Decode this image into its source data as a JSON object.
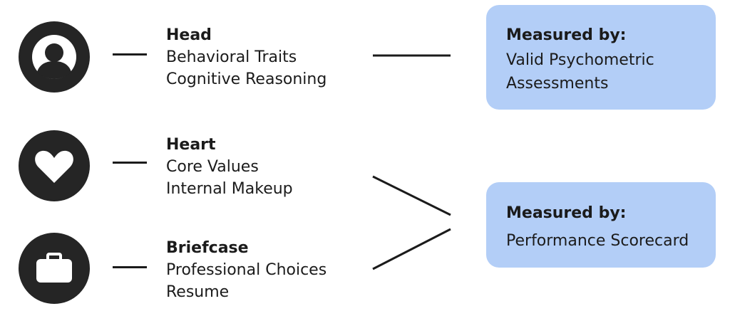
{
  "rows": [
    {
      "icon": "person-icon",
      "title": "Head",
      "lines": [
        "Behavioral Traits",
        "Cognitive Reasoning"
      ]
    },
    {
      "icon": "heart-icon",
      "title": "Heart",
      "lines": [
        "Core Values",
        "Internal Makeup"
      ]
    },
    {
      "icon": "briefcase-icon",
      "title": "Briefcase",
      "lines": [
        "Professional Choices",
        "Resume"
      ]
    }
  ],
  "measures": [
    {
      "title": "Measured by:",
      "lines": [
        "Valid Psychometric",
        "Assessments"
      ]
    },
    {
      "title": "Measured by:",
      "lines": [
        "Performance Scorecard"
      ]
    }
  ],
  "colors": {
    "icon_badge": "#252525",
    "box_fill": "#b3cef7",
    "text": "#1b1b1b"
  }
}
